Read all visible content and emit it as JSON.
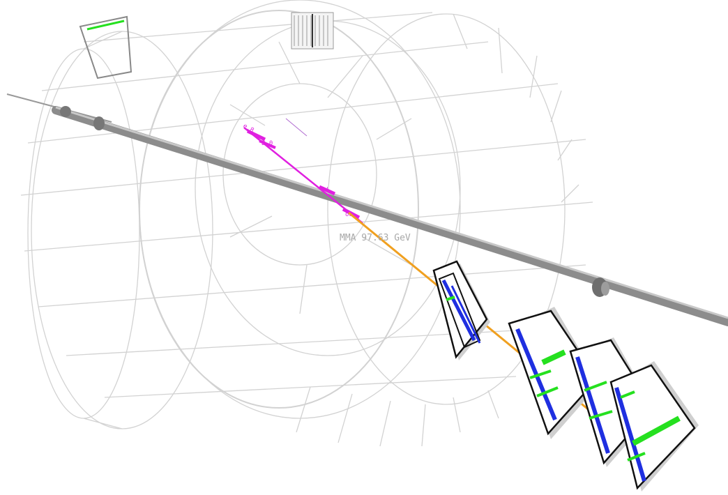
{
  "colors": {
    "background": "#ffffff",
    "wireframe": "#cfcfcf",
    "beam_pipe": "#8a8a8a",
    "chamber_outline": "#111111",
    "chamber_shadow": "#bcbcbc",
    "segment": "#1f2fe0",
    "hit_strip": "#25e01f",
    "muon_track": "#f0a020",
    "inner_track": "#e020e0"
  },
  "labels": {
    "event_label": "MMA 97.63 GeV",
    "vertex_tag_1": "e.8",
    "vertex_tag_2": "B 0",
    "vertex_tag_3": "dd",
    "vertex_tag_4": "o8"
  },
  "icons": {
    "detector": "wireframe-cylinder-icon",
    "beam": "beam-pipe-icon"
  }
}
